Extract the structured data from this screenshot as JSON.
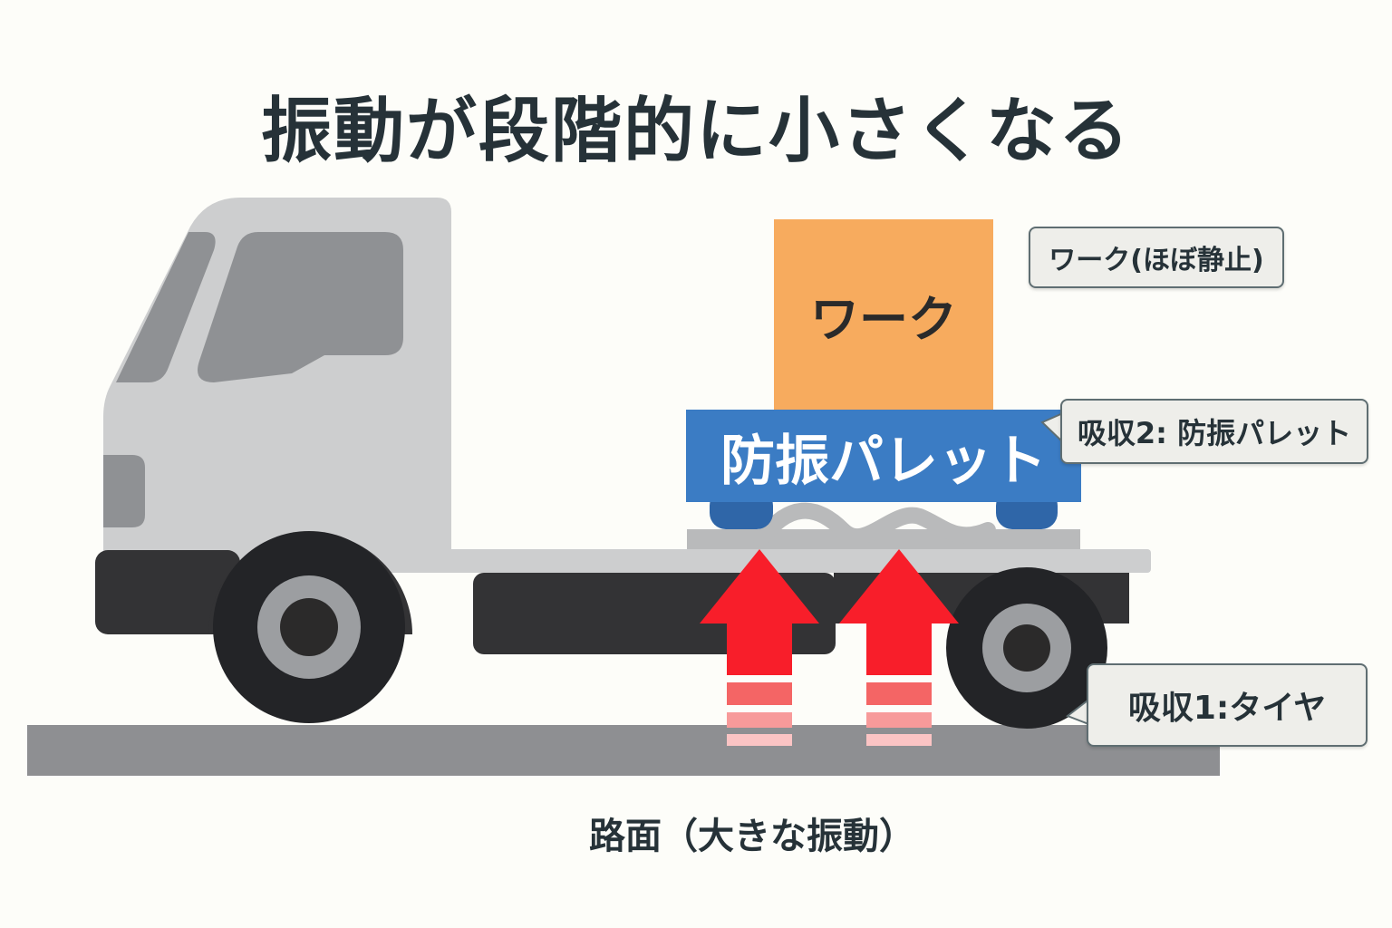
{
  "title": "振動が段階的に小さくなる",
  "work_box": {
    "label": "ワーク",
    "color": "#f7ab5e"
  },
  "pallet": {
    "label": "防振パレット",
    "color": "#3b7cc4",
    "foot_color": "#2f66a8"
  },
  "callouts": {
    "work": "ワーク(ほぼ静止)",
    "pallet": "吸収2: 防振パレット",
    "tire": "吸収1:タイヤ"
  },
  "road": {
    "label": "路面（大きな振動）",
    "color": "#8e8f92"
  },
  "truck": {
    "body_color": "#cdcecf",
    "window_color": "#8f9194",
    "chassis_color": "#333335",
    "tire_color": "#232427",
    "hub_color": "#9c9ea1"
  },
  "arrows": {
    "count": 2,
    "color": "#f81e2a",
    "stripe_colors": [
      "#f46565",
      "#f79a9a",
      "#fbc4c4"
    ]
  },
  "icons": [
    "truck-icon",
    "up-arrow-icon",
    "wave-spring-icon"
  ]
}
